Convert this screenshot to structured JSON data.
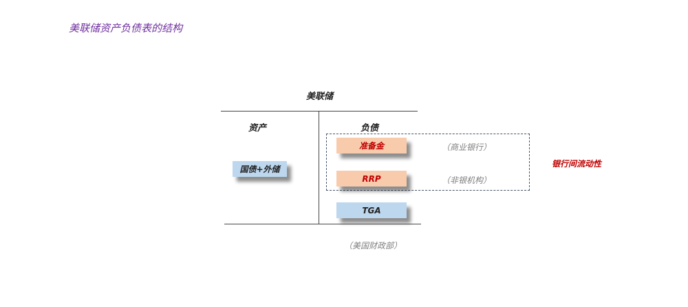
{
  "title": "美联储资产负债表的结构",
  "fed_label": "美联储",
  "assets_header": "资产",
  "liabilities_header": "负债",
  "assets": [
    {
      "label": "国债+外储",
      "color": "#bdd7ee"
    }
  ],
  "liabilities": [
    {
      "label": "准备金",
      "note": "（商业银行）",
      "color": "#f8cbad"
    },
    {
      "label": "RRP",
      "note": "（非银机构）",
      "color": "#f8cbad"
    },
    {
      "label": "TGA",
      "note": "（美国财政部）",
      "color": "#bdd7ee"
    }
  ],
  "interbank_liquidity": "银行间流动性"
}
